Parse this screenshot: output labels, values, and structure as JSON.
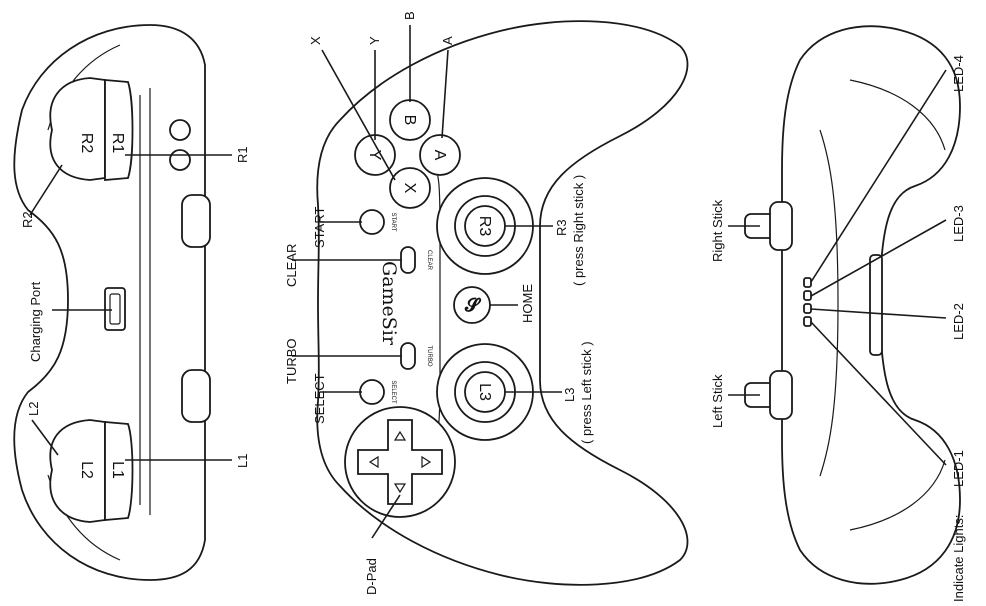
{
  "top_view": {
    "labels": {
      "r2": "R2",
      "r1": "R1",
      "charging_port": "Charging Port",
      "l2": "L2",
      "l1": "L1"
    },
    "button_text": {
      "r2": "R2",
      "r1": "R1",
      "l2": "L2",
      "l1": "L1"
    }
  },
  "front_view": {
    "labels": {
      "x": "X",
      "y": "Y",
      "b": "B",
      "a": "A",
      "start": "START",
      "clear": "CLEAR",
      "turbo": "TURBO",
      "select": "SELECT",
      "d_pad": "D-Pad",
      "r3": "R3",
      "r3_note": "( press Right stick )",
      "home": "HOME",
      "l3": "L3",
      "l3_note": "( press Left stick )"
    },
    "button_text": {
      "x": "X",
      "y": "Y",
      "b": "B",
      "a": "A",
      "r3": "R3",
      "l3": "L3",
      "start": "START",
      "clear": "CLEAR",
      "turbo": "TURBO",
      "select": "SELECT",
      "brand": "GameSir"
    }
  },
  "side_view": {
    "labels": {
      "right_stick": "Right Stick",
      "left_stick": "Left Stick",
      "indicate_lights": "Indicate Lights:",
      "led_1": "LED-1",
      "led_2": "LED-2",
      "led_3": "LED-3",
      "led_4": "LED-4"
    }
  }
}
